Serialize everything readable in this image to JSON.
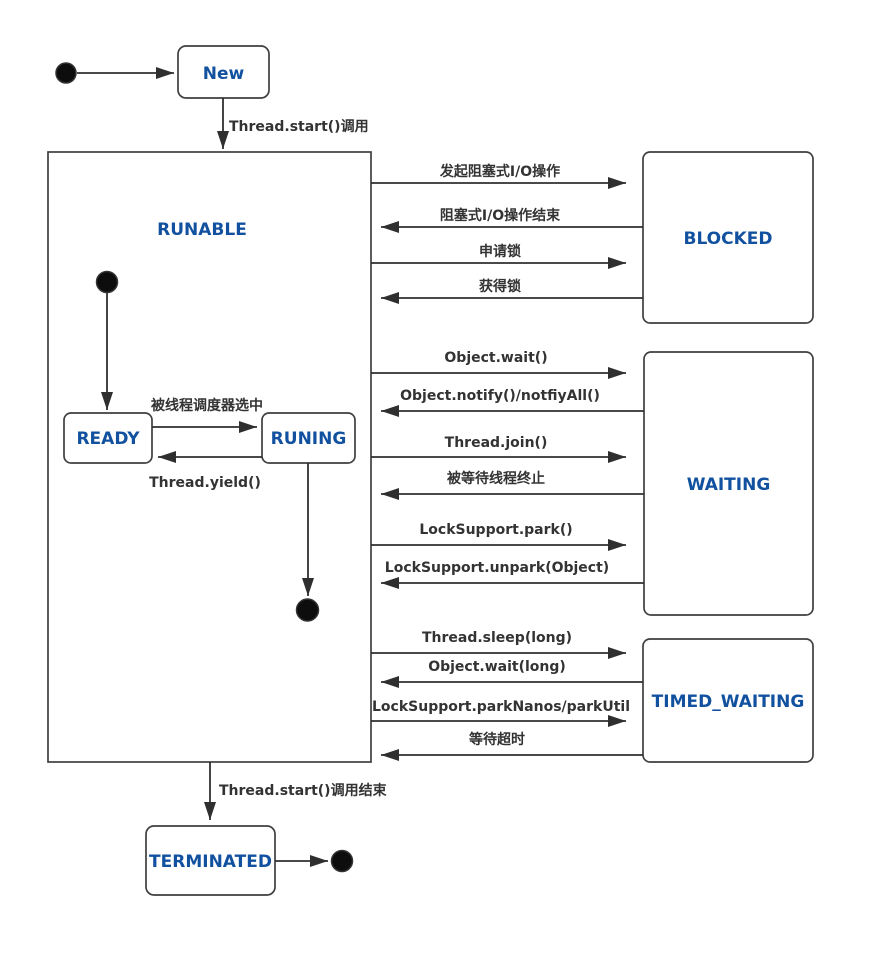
{
  "diagram": {
    "colors": {
      "state_text": "#11519f",
      "label_text": "#333333",
      "line": "#2f2f2f",
      "node_border": "#3f3f3f",
      "background": "#ffffff"
    },
    "states": {
      "new": "New",
      "runable": "RUNABLE",
      "ready": "READY",
      "runing": "RUNING",
      "blocked": "BLOCKED",
      "waiting": "WAITING",
      "timed_waiting": "TIMED_WAITING",
      "terminated": "TERMINATED"
    },
    "transitions": {
      "thread_start": "Thread.start()调用",
      "scheduler_select": "被线程调度器选中",
      "thread_yield": "Thread.yield()",
      "io_start": "发起阻塞式I/O操作",
      "io_end": "阻塞式I/O操作结束",
      "lock_request": "申请锁",
      "lock_acquire": "获得锁",
      "object_wait": "Object.wait()",
      "object_notify": "Object.notify()/notfiyAll()",
      "thread_join": "Thread.join()",
      "waited_thread_end": "被等待线程终止",
      "locksupport_park": "LockSupport.park()",
      "locksupport_unpark": "LockSupport.unpark(Object)",
      "thread_sleep": "Thread.sleep(long)",
      "object_wait_long": "Object.wait(long)",
      "locksupport_parknanos": "LockSupport.parkNanos/parkUtil",
      "wait_timeout": "等待超时",
      "thread_run_end": "Thread.start()调用结束"
    }
  }
}
